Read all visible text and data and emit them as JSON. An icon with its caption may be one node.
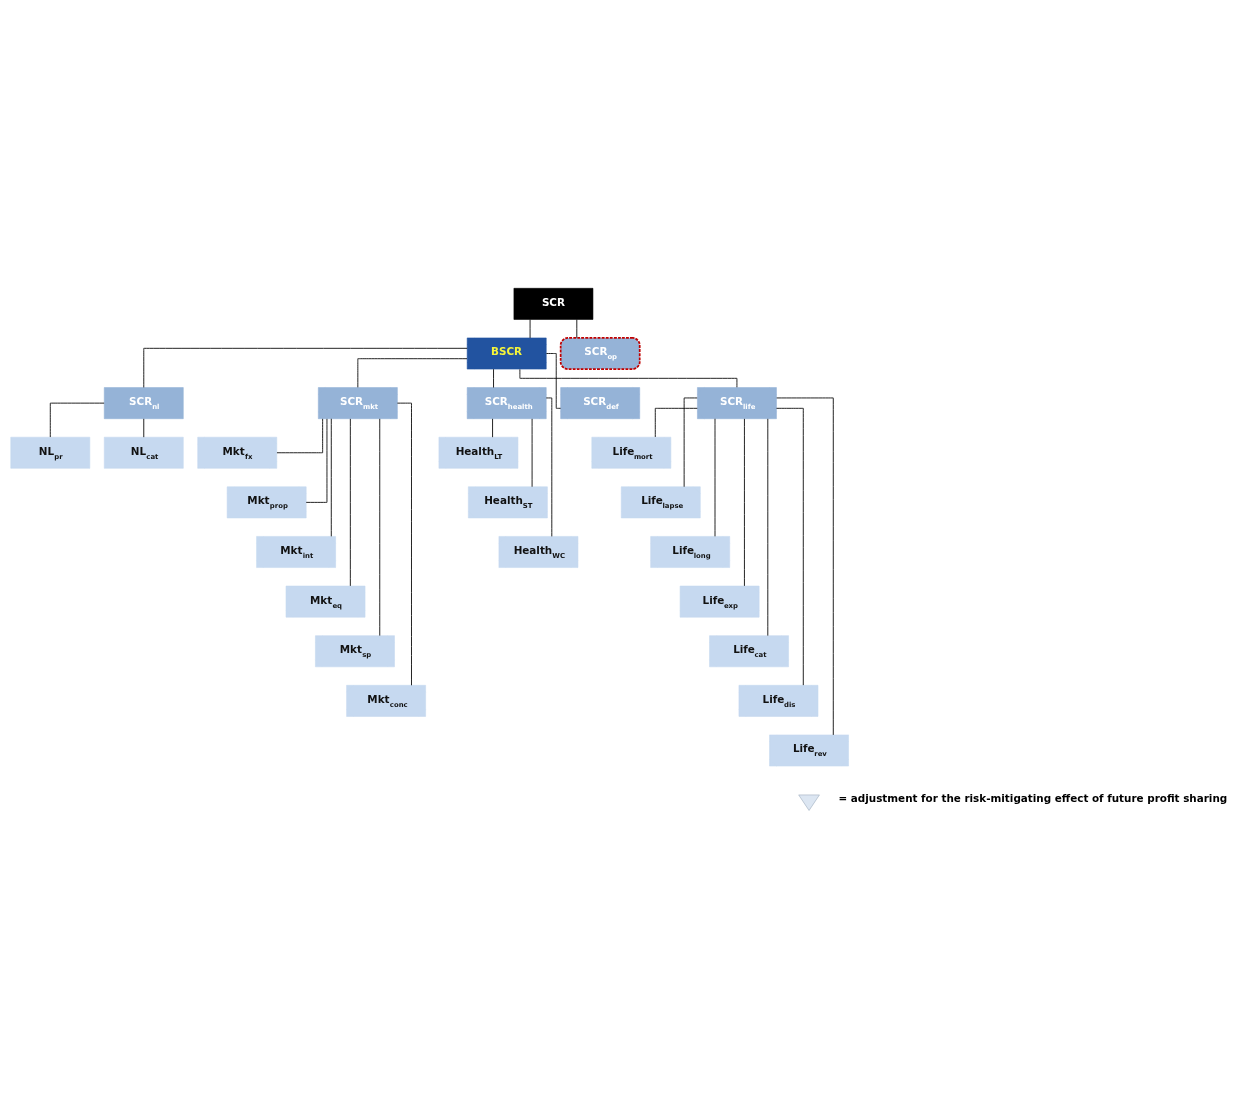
{
  "diagram": {
    "nodes": [
      {
        "text": [
          "SCR"
        ]
      },
      {
        "text": [
          "BSCR"
        ]
      },
      {
        "text": [
          "SCR$_{op}$"
        ]
      },
      {
        "text": [
          "SCR$_{nl}$"
        ]
      },
      {
        "text": [
          "SCR$_{mkt}$"
        ]
      },
      {
        "text": [
          "SCR$_{health}$"
        ]
      },
      {
        "text": [
          "SCR$_{def}$"
        ]
      },
      {
        "text": [
          "SCR$_{life}$"
        ]
      },
      {
        "text": [
          "NL$_{pr}$"
        ]
      },
      {
        "text": [
          "NL$_{cat}$"
        ]
      },
      {
        "text": [
          "Mkt$_{fx}$"
        ]
      },
      {
        "text": [
          "Mkt$_{prop}$"
        ]
      },
      {
        "text": [
          "Mkt$_{int}$"
        ]
      },
      {
        "text": [
          "Mkt$_{eq}$"
        ]
      },
      {
        "text": [
          "Mkt$_{sp}$"
        ]
      },
      {
        "text": [
          "Mkt$_{conc}$"
        ]
      },
      {
        "text": [
          "Health$_{LT}$"
        ]
      },
      {
        "text": [
          "Health$_{ST}$"
        ]
      },
      {
        "text": [
          "Health$_{WC}$"
        ]
      },
      {
        "text": [
          "Life$_{mort}$"
        ]
      },
      {
        "text": [
          "Life$_{lapse}$"
        ]
      },
      {
        "text": [
          "Life$_{long}$"
        ]
      },
      {
        "text": [
          "Life$_{exp}$"
        ]
      },
      {
        "text": [
          "Life$_{cat}$"
        ]
      },
      {
        "text": [
          "Life$_{dis}$"
        ]
      },
      {
        "text": [
          "Life$_{rev}$"
        ]
      }
    ],
    "edges": [
      {
        "from": 0,
        "to": 1,
        "arrow": "none"
      },
      {
        "from": 0,
        "to": 2,
        "arrow": "none"
      },
      {
        "from": 1,
        "to": 3,
        "arrow": "none"
      },
      {
        "from": 1,
        "to": 4,
        "arrow": "none"
      },
      {
        "from": 1,
        "to": 5,
        "arrow": "none"
      },
      {
        "from": 1,
        "to": 6,
        "arrow": "none"
      },
      {
        "from": 1,
        "to": 7,
        "arrow": "none"
      },
      {
        "from": 3,
        "to": 8,
        "arrow": "none"
      },
      {
        "from": 3,
        "to": 9,
        "arrow": "none"
      },
      {
        "from": 4,
        "to": 10,
        "arrow": "none"
      },
      {
        "from": 4,
        "to": 11,
        "arrow": "none"
      },
      {
        "from": 4,
        "to": 12,
        "arrow": "none"
      },
      {
        "from": 4,
        "to": 13,
        "arrow": "none"
      },
      {
        "from": 4,
        "to": 14,
        "arrow": "none"
      },
      {
        "from": 4,
        "to": 15,
        "arrow": "none"
      },
      {
        "from": 5,
        "to": 16,
        "arrow": "none"
      },
      {
        "from": 5,
        "to": 17,
        "arrow": "none"
      },
      {
        "from": 5,
        "to": 18,
        "arrow": "none"
      },
      {
        "from": 7,
        "to": 19,
        "arrow": "none"
      },
      {
        "from": 7,
        "to": 20,
        "arrow": "none"
      },
      {
        "from": 7,
        "to": 21,
        "arrow": "none"
      },
      {
        "from": 7,
        "to": 22,
        "arrow": "none"
      },
      {
        "from": 7,
        "to": 23,
        "arrow": "none"
      },
      {
        "from": 7,
        "to": 24,
        "arrow": "none"
      },
      {
        "from": 7,
        "to": 25,
        "arrow": "none"
      }
    ],
    "legend": [
      {
        "text": "= adjustment for the risk-mitigating effect of future profit sharing"
      }
    ]
  }
}
